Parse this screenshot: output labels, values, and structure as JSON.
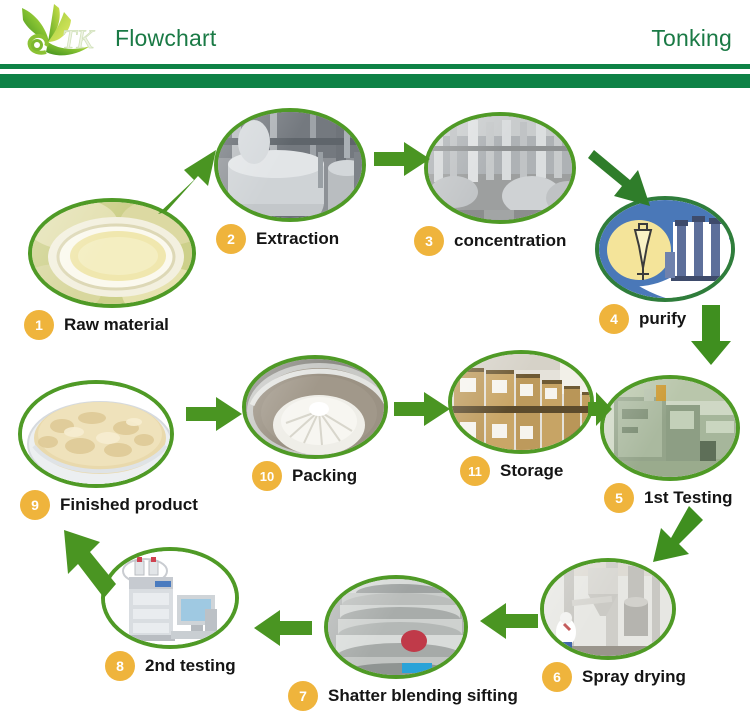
{
  "header": {
    "title": "Flowchart",
    "brand": "Tonking",
    "logo_name": "tk-leaf-logo",
    "accent_green": "#0e8246",
    "text_green": "#1a7a45"
  },
  "theme": {
    "ring_green": "#4f9a26",
    "arrow_green": "#4a9522",
    "badge_gold": "#efb43c",
    "badge_text": "#ffffff",
    "label_color": "#151515"
  },
  "steps": [
    {
      "number": "1",
      "label": "Raw material",
      "art": "sliced-root-raw-material"
    },
    {
      "number": "2",
      "label": "Extraction",
      "art": "extraction-tanks"
    },
    {
      "number": "3",
      "label": "concentration",
      "art": "concentration-evaporators"
    },
    {
      "number": "4",
      "label": "purify",
      "art": "purify-funnel-columns"
    },
    {
      "number": "5",
      "label": "1st Testing",
      "art": "lab-analyzer-first-test"
    },
    {
      "number": "6",
      "label": "Spray drying",
      "art": "spray-dryer-tower"
    },
    {
      "number": "7",
      "label": "Shatter blending sifting",
      "art": "vibrating-sifter"
    },
    {
      "number": "8",
      "label": "2nd testing",
      "art": "hplc-with-computer"
    },
    {
      "number": "9",
      "label": "Finished product",
      "art": "powder-in-dish"
    },
    {
      "number": "10",
      "label": "Packing",
      "art": "drum-with-liner-bag"
    },
    {
      "number": "11",
      "label": "Storage",
      "art": "fiber-drums-warehouse"
    }
  ],
  "arrows": [
    {
      "name": "arrow-1-to-2",
      "direction": "up-right"
    },
    {
      "name": "arrow-2-to-3",
      "direction": "right"
    },
    {
      "name": "arrow-3-to-4",
      "direction": "down-right"
    },
    {
      "name": "arrow-4-to-5",
      "direction": "down"
    },
    {
      "name": "arrow-5-to-6",
      "direction": "down"
    },
    {
      "name": "arrow-6-to-7",
      "direction": "left"
    },
    {
      "name": "arrow-7-to-8",
      "direction": "left"
    },
    {
      "name": "arrow-8-to-9",
      "direction": "up-left"
    },
    {
      "name": "arrow-9-to-10",
      "direction": "right"
    },
    {
      "name": "arrow-10-to-11",
      "direction": "right"
    },
    {
      "name": "arrow-11-to-5",
      "direction": "right"
    }
  ]
}
